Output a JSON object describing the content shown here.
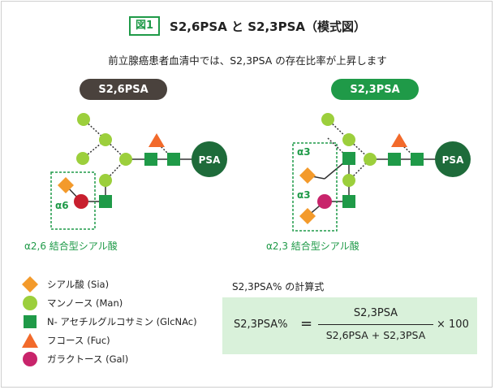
{
  "header": {
    "fig_label": "図1",
    "title": "S2,6PSA と S2,3PSA（模式図）",
    "subtitle": "前立腺癌患者血清中では、S2,3PSA の存在比率が上昇します"
  },
  "panels": {
    "s26": {
      "label": "S2,6PSA",
      "bond_label": "α6",
      "core_label": "PSA",
      "caption": "α2,6 結合型シアル酸"
    },
    "s23": {
      "label": "S2,3PSA",
      "bond_label_top": "α3",
      "bond_label_bottom": "α3",
      "core_label": "PSA",
      "caption": "α2,3 結合型シアル酸"
    }
  },
  "legend": [
    {
      "shape": "diamond",
      "color": "#f39a2b",
      "label": "シアル酸 (Sia)"
    },
    {
      "shape": "circle",
      "color": "#9ccf3c",
      "label": "マンノース (Man)"
    },
    {
      "shape": "square",
      "color": "#1f9a48",
      "label": "N- アセチルグルコサミン (GlcNAc)"
    },
    {
      "shape": "triangle",
      "color": "#f26a2b",
      "label": "フコース (Fuc)"
    },
    {
      "shape": "circle",
      "color": "#c8246b",
      "label": "ガラクトース (Gal)"
    }
  ],
  "formula": {
    "label": "S2,3PSA% の計算式",
    "lhs": "S2,3PSA%",
    "equals": "=",
    "numerator": "S2,3PSA",
    "denominator": "S2,6PSA + S2,3PSA",
    "times": "× 100"
  },
  "colors": {
    "sialic": "#f39a2b",
    "mannose": "#9ccf3c",
    "glcnac": "#1f9a48",
    "fucose": "#f26a2b",
    "galactose_s26": "#c81f2e",
    "galactose_s23": "#c8246b",
    "psa_core": "#1e6b3a",
    "accent": "#1f9a48",
    "pill_dark": "#4a423d"
  }
}
